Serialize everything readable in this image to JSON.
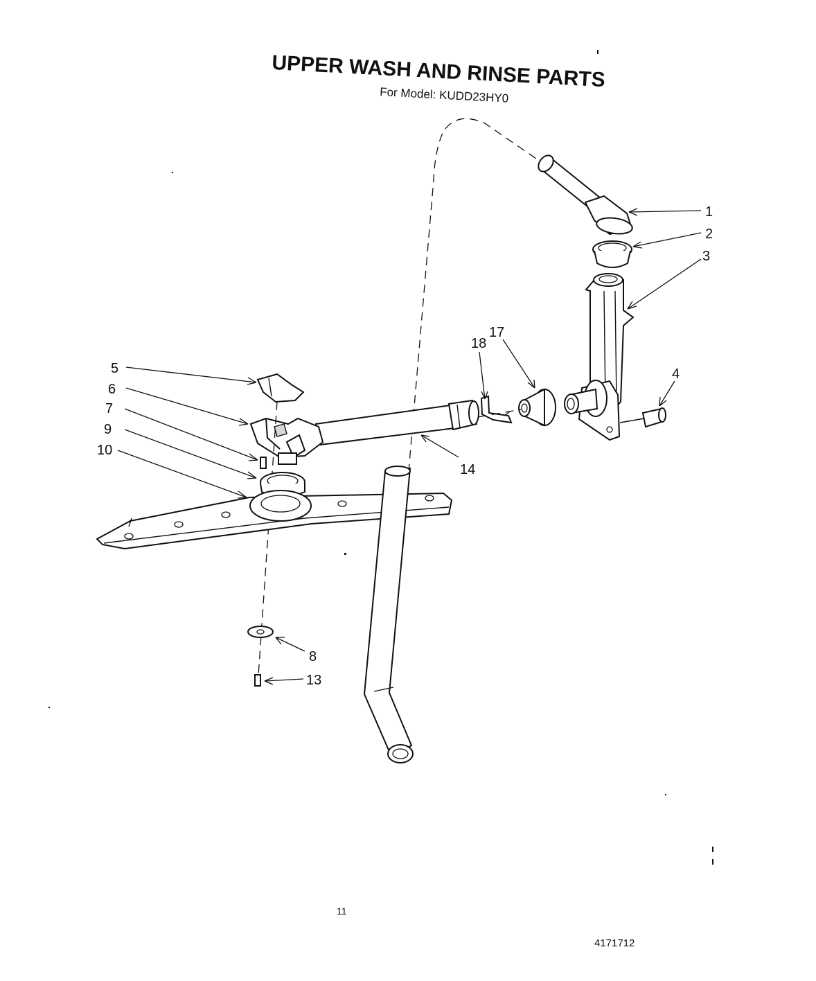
{
  "title": "UPPER WASH AND RINSE PARTS",
  "subtitle": "For Model: KUDD23HY0",
  "callouts": [
    {
      "id": "1",
      "label": "1"
    },
    {
      "id": "2",
      "label": "2"
    },
    {
      "id": "3",
      "label": "3"
    },
    {
      "id": "4",
      "label": "4"
    },
    {
      "id": "5",
      "label": "5"
    },
    {
      "id": "6",
      "label": "6"
    },
    {
      "id": "7",
      "label": "7"
    },
    {
      "id": "9",
      "label": "9"
    },
    {
      "id": "10",
      "label": "10"
    },
    {
      "id": "8",
      "label": "8"
    },
    {
      "id": "13",
      "label": "13"
    },
    {
      "id": "14",
      "label": "14"
    },
    {
      "id": "17",
      "label": "17"
    },
    {
      "id": "18",
      "label": "18"
    }
  ],
  "footer": {
    "page_number": "11",
    "doc_number": "4171712"
  }
}
